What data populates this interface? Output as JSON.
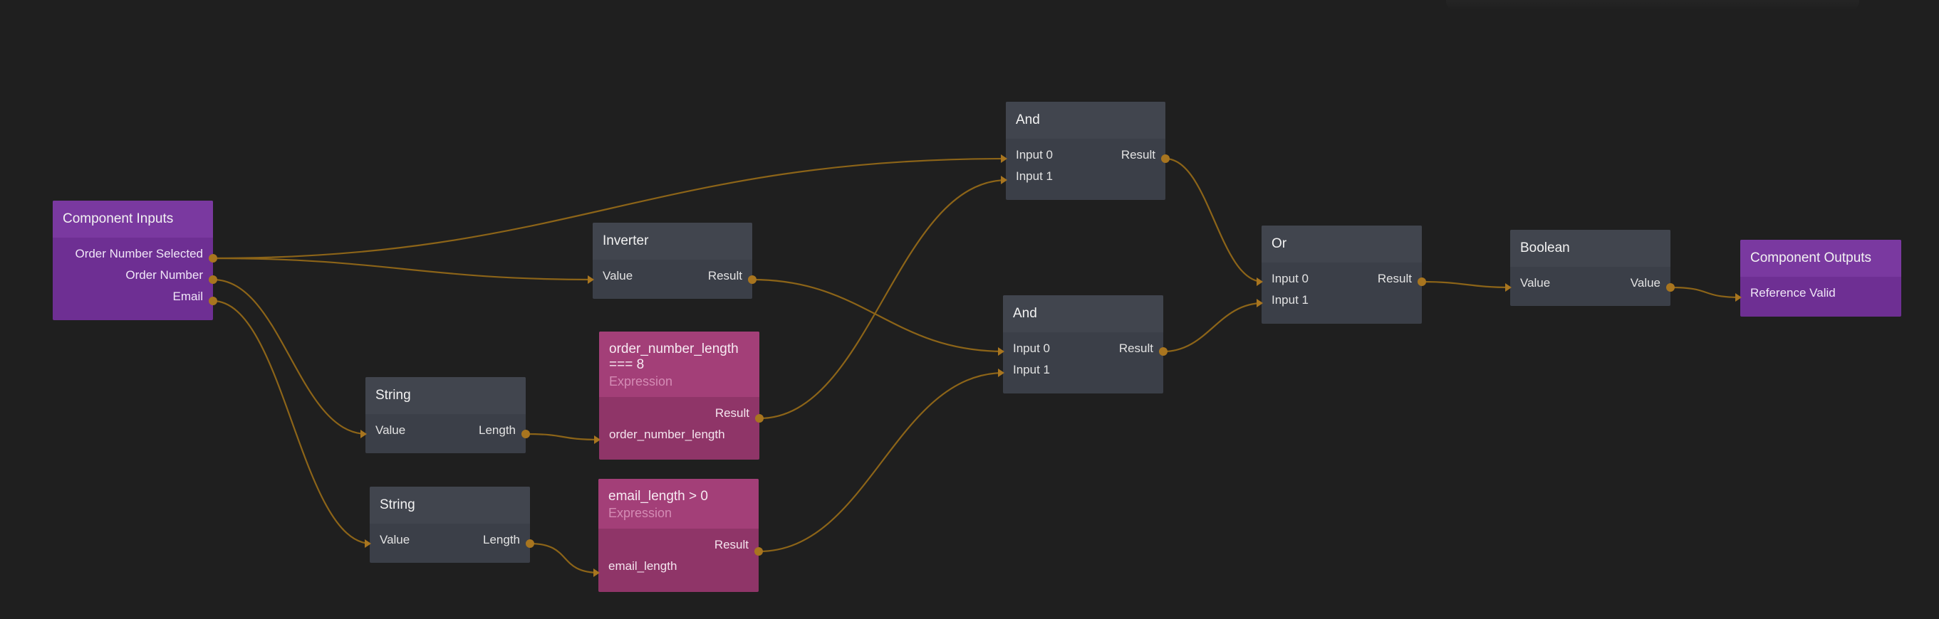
{
  "colors": {
    "canvas": "#1f1f1f",
    "node_gray": "#3b3f48",
    "node_purple": "#6e2f93",
    "node_pink": "#8f3568",
    "wire": "#8c6418",
    "port": "#a8751f"
  },
  "nodes": {
    "component_inputs": {
      "title": "Component Inputs",
      "outputs": [
        "Order Number Selected",
        "Order Number",
        "Email"
      ]
    },
    "inverter": {
      "title": "Inverter",
      "input": "Value",
      "output": "Result"
    },
    "string_1": {
      "title": "String",
      "input": "Value",
      "output": "Length"
    },
    "string_2": {
      "title": "String",
      "input": "Value",
      "output": "Length"
    },
    "expr_order": {
      "title": "order_number_length === 8",
      "subtitle": "Expression",
      "output": "Result",
      "input": "order_number_length"
    },
    "expr_email": {
      "title": "email_length > 0",
      "subtitle": "Expression",
      "output": "Result",
      "input": "email_length"
    },
    "and_1": {
      "title": "And",
      "inputs": [
        "Input 0",
        "Input 1"
      ],
      "output": "Result"
    },
    "and_2": {
      "title": "And",
      "inputs": [
        "Input 0",
        "Input 1"
      ],
      "output": "Result"
    },
    "or": {
      "title": "Or",
      "inputs": [
        "Input 0",
        "Input 1"
      ],
      "output": "Result"
    },
    "boolean": {
      "title": "Boolean",
      "input": "Value",
      "output": "Value"
    },
    "component_outputs": {
      "title": "Component Outputs",
      "input": "Reference Valid"
    }
  },
  "connections": [
    {
      "from": "component_inputs.Order Number Selected",
      "to": "and_1.Input 0"
    },
    {
      "from": "component_inputs.Order Number Selected",
      "to": "inverter.Value"
    },
    {
      "from": "component_inputs.Order Number",
      "to": "string_1.Value"
    },
    {
      "from": "component_inputs.Email",
      "to": "string_2.Value"
    },
    {
      "from": "string_1.Length",
      "to": "expr_order.order_number_length"
    },
    {
      "from": "string_2.Length",
      "to": "expr_email.email_length"
    },
    {
      "from": "expr_order.Result",
      "to": "and_1.Input 1"
    },
    {
      "from": "inverter.Result",
      "to": "and_2.Input 0"
    },
    {
      "from": "expr_email.Result",
      "to": "and_2.Input 1"
    },
    {
      "from": "and_1.Result",
      "to": "or.Input 0"
    },
    {
      "from": "and_2.Result",
      "to": "or.Input 1"
    },
    {
      "from": "or.Result",
      "to": "boolean.Value"
    },
    {
      "from": "boolean.Value",
      "to": "component_outputs.Reference Valid"
    }
  ]
}
